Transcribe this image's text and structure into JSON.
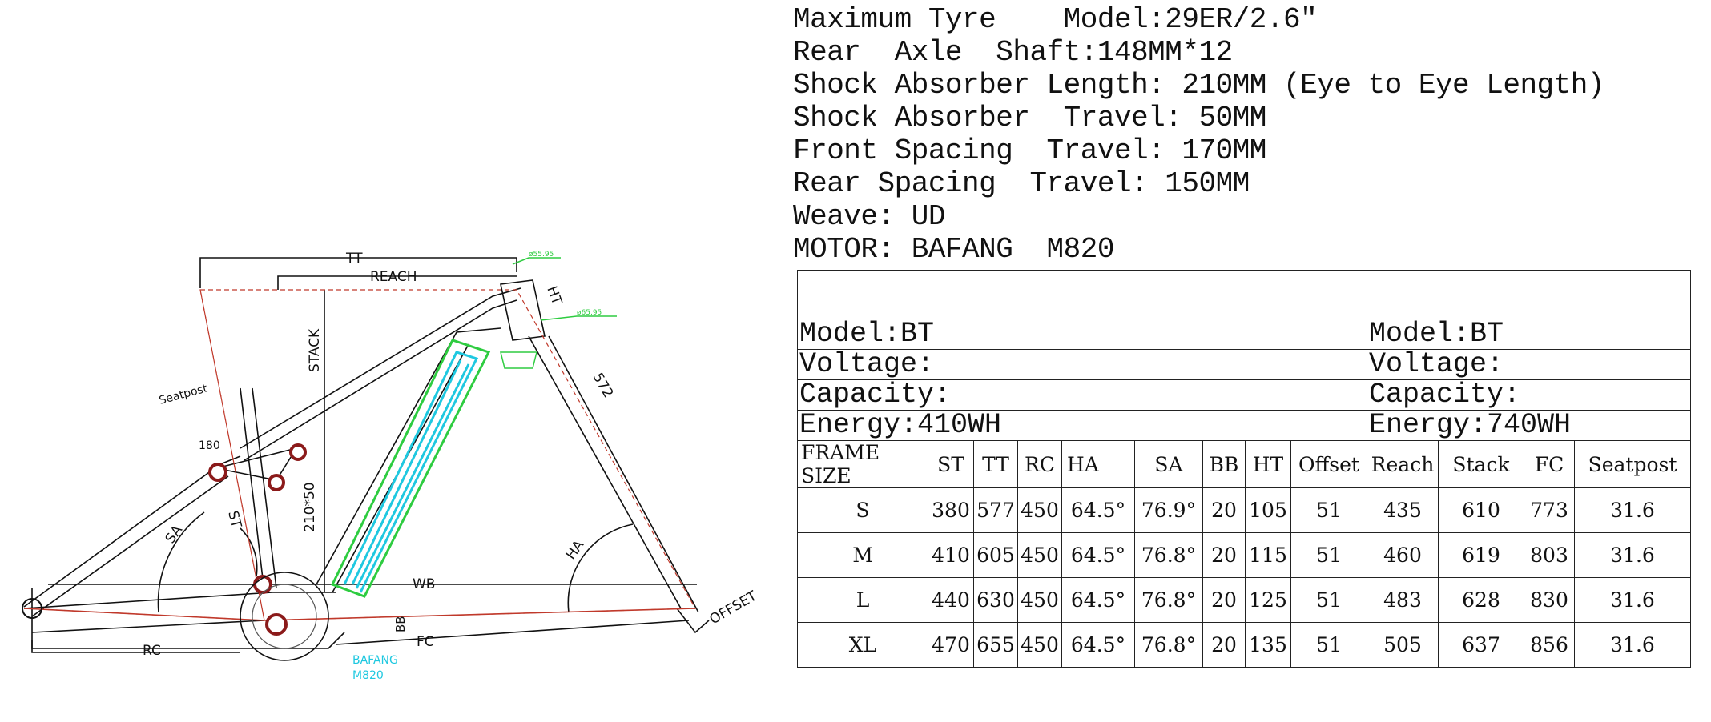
{
  "specs": [
    "Maximum Tyre    Model:29ER/2.6″",
    "Rear  Axle  Shaft:148MM*12",
    "Shock Absorber Length: 210MM (Eye to Eye Length)",
    "Shock Absorber  Travel: 50MM",
    "Front Spacing  Travel: 170MM",
    "Rear Spacing  Travel: 150MM",
    "Weave: UD",
    "MOTOR: BAFANG  M820"
  ],
  "battery_left": {
    "model": "Model:BT",
    "voltage": "Voltage:",
    "capacity": "Capacity:",
    "energy": "Energy:410WH"
  },
  "battery_right": {
    "model": "Model:BT",
    "voltage": "Voltage:",
    "capacity": "Capacity:",
    "energy": "Energy:740WH"
  },
  "geometry": {
    "headers": [
      "FRAME SIZE",
      "ST",
      "TT",
      "RC",
      "HA",
      "SA",
      "BB",
      "HT",
      "Offset",
      "Reach",
      "Stack",
      "FC",
      "Seatpost"
    ],
    "rows": [
      [
        "S",
        "380",
        "577",
        "450",
        "64.5°",
        "76.9°",
        "20",
        "105",
        "51",
        "435",
        "610",
        "773",
        "31.6"
      ],
      [
        "M",
        "410",
        "605",
        "450",
        "64.5°",
        "76.8°",
        "20",
        "115",
        "51",
        "460",
        "619",
        "803",
        "31.6"
      ],
      [
        "L",
        "440",
        "630",
        "450",
        "64.5°",
        "76.8°",
        "20",
        "125",
        "51",
        "483",
        "628",
        "830",
        "31.6"
      ],
      [
        "XL",
        "470",
        "655",
        "450",
        "64.5°",
        "76.8°",
        "20",
        "135",
        "51",
        "505",
        "637",
        "856",
        "31.6"
      ]
    ]
  },
  "diagram_labels": {
    "tt": "TT",
    "reach": "REACH",
    "stack": "STACK",
    "seatpost": "Seatpost",
    "angle_180": "180",
    "shock": "210*50",
    "st": "ST",
    "sa": "SA",
    "ht": "HT",
    "fork": "572",
    "ha": "HA",
    "wb": "WB",
    "offset": "OFFSET",
    "bb": "BB",
    "fc": "FC",
    "rc": "RC",
    "motor_brand": "BAFANG",
    "motor_model": "M820",
    "dim_top": "ø55.95",
    "dim_bottom": "ø65.95"
  },
  "colors": {
    "line": "#111111",
    "red": "#c0392b",
    "green": "#2ecc40",
    "cyan": "#1fc8e0"
  }
}
